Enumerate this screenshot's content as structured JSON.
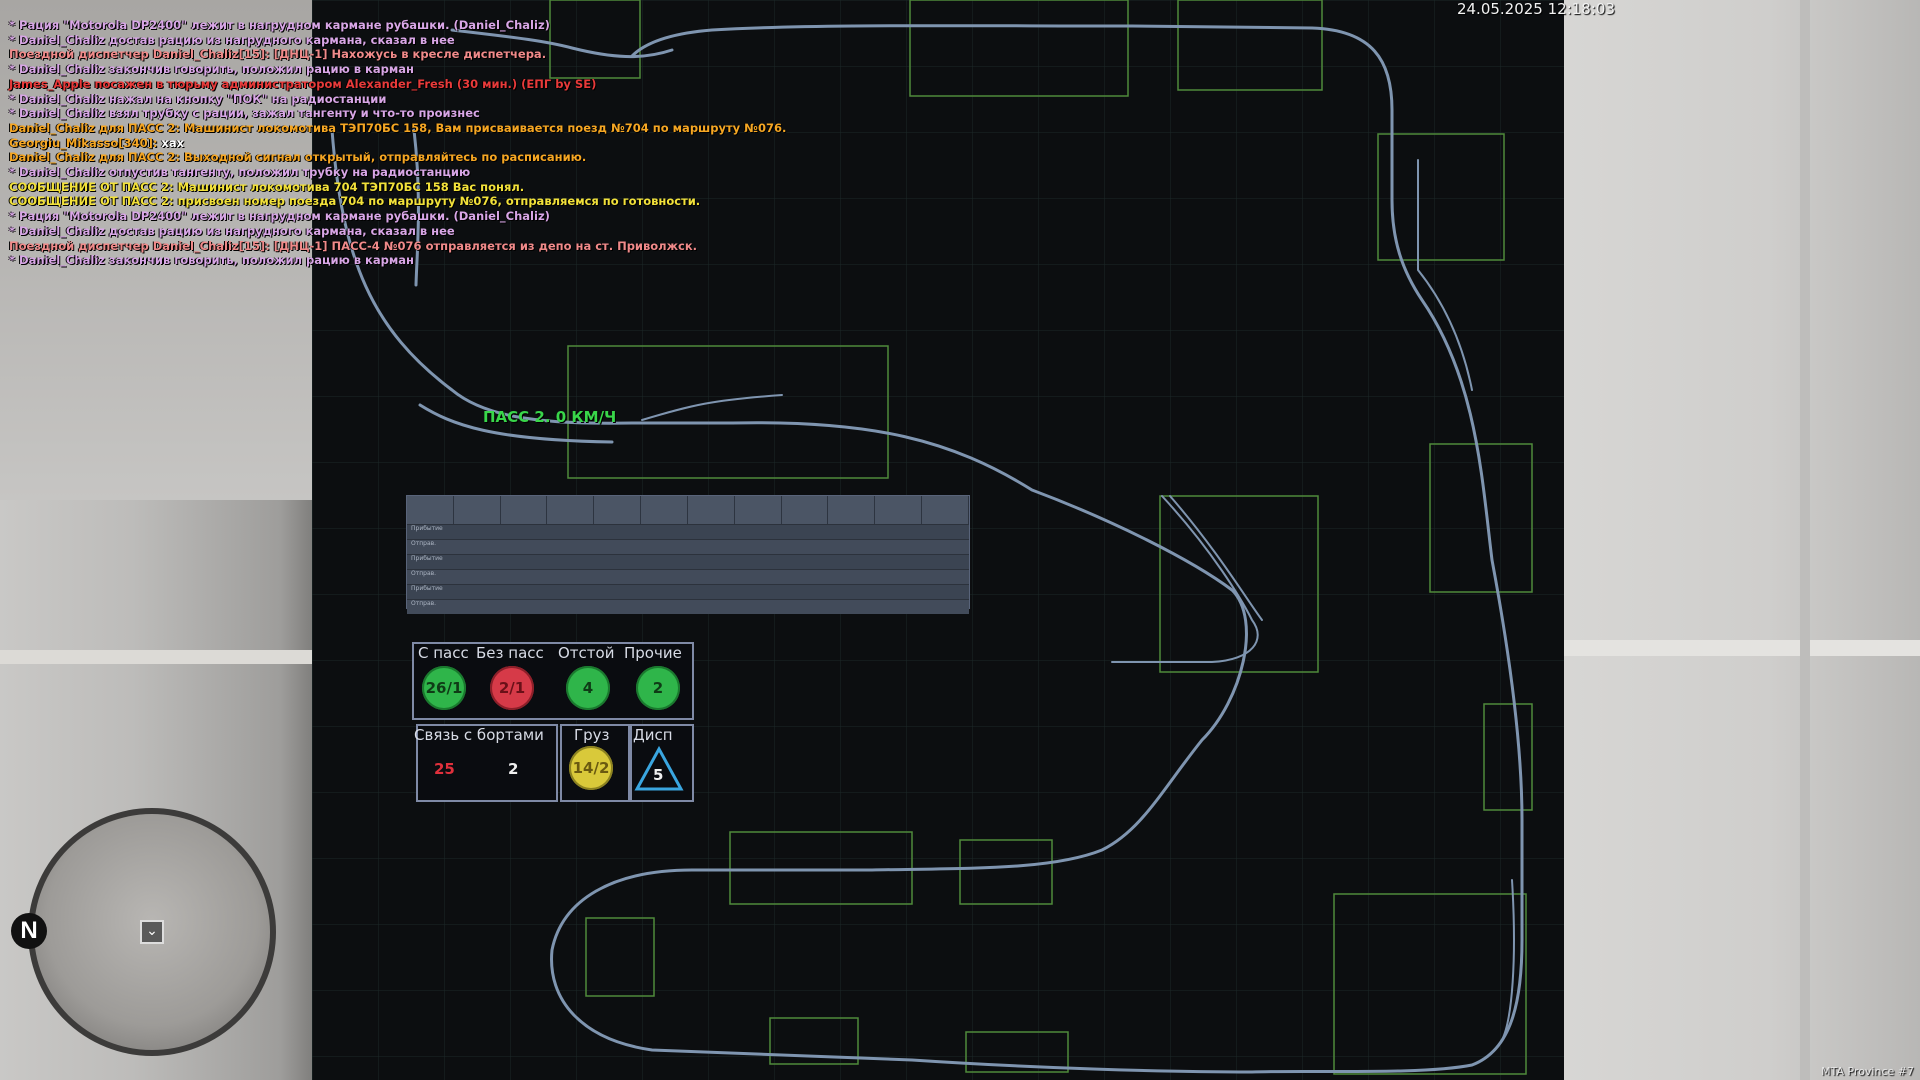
{
  "hud": {
    "datetime": "24.05.2025 12:18:03",
    "server": "MTA Province #7"
  },
  "chat": [
    {
      "text": "* Рация \"Motorola DP2400\" лежит в нагрудном кармане рубашки. (Daniel_Chaliz)",
      "color": "#d8a6e6"
    },
    {
      "text": "* Daniel_Chaliz достав рацию из нагрудного кармана, сказал в нее",
      "color": "#d8a6e6"
    },
    {
      "text": "Поездной диспетчер Daniel_Chaliz[15]: [ДНЦ-1] Нахожусь в кресле диспетчера.",
      "color": "#f08a8a"
    },
    {
      "text": "* Daniel_Chaliz закончив говорить, положил рацию в карман",
      "color": "#d8a6e6"
    },
    {
      "text": "James_Apple посажен в тюрьму администратором Alexander_Fresh (30 мин.) (ЕПГ by SE)",
      "color": "#e83a3a"
    },
    {
      "text": "* Daniel_Chaliz нажал на кнопку \"ПОК\" на радиостанции",
      "color": "#d8a6e6"
    },
    {
      "text": "* Daniel_Chaliz взял трубку с рации, зажал тангенту и что-то произнес",
      "color": "#d8a6e6"
    },
    {
      "text": "Daniel_Chaliz для ПАСС 2: Машинист локомотива ТЭП70БС 158, Вам присваивается поезд №704 по маршруту №076.",
      "color": "#f5a623"
    },
    {
      "text": "Georgiu_Mikasso[340]: хах",
      "color": "#ffffff",
      "name_color": "#f5a623",
      "name": "Georgiu_Mikasso[340]:",
      "msg": " хах"
    },
    {
      "text": "Daniel_Chaliz для ПАСС 2: Выходной сигнал открытый, отправляйтесь по расписанию.",
      "color": "#f5a623"
    },
    {
      "text": "* Daniel_Chaliz отпустив тангенту, положил трубку на радиостанцию",
      "color": "#d8a6e6"
    },
    {
      "text": "СООБЩЕНИЕ ОТ ПАСС 2: Машинист локомотива 704 ТЭП70БС 158 Вас понял.",
      "color": "#f2e13a"
    },
    {
      "text": "СООБЩЕНИЕ ОТ ПАСС 2: присвоен номер поезда 704 по маршруту №076, отправляемся по готовности.",
      "color": "#f2e13a"
    },
    {
      "text": "* Рация \"Motorola DP2400\" лежит в нагрудном кармане рубашки. (Daniel_Chaliz)",
      "color": "#d8a6e6"
    },
    {
      "text": "* Daniel_Chaliz достав рацию из нагрудного кармана, сказал в нее",
      "color": "#d8a6e6"
    },
    {
      "text": "Поездной диспетчер Daniel_Chaliz[15]: [ДНЦ-1] ПАСС-4 №076 отправляется из депо на ст. Приволжск.",
      "color": "#f08a8a"
    },
    {
      "text": "* Daniel_Chaliz закончив говорить, положил рацию в карман",
      "color": "#d8a6e6"
    }
  ],
  "board": {
    "train_label": "ПАСС 2. 0 КМ/Ч",
    "schedule_rows": [
      "Прибытие",
      "Отправ.",
      "Прибытие",
      "Отправ.",
      "Прибытие",
      "Отправ."
    ],
    "stats": {
      "headers": {
        "pass": "С пасс",
        "no_pass": "Без пасс",
        "idle": "Отстой",
        "other": "Прочие",
        "comm": "Связь с бортами",
        "cargo": "Груз",
        "disp": "Дисп"
      },
      "values": {
        "pass": "26/1",
        "no_pass": "2/1",
        "idle": "4",
        "other": "2",
        "comm_red": "25",
        "comm_white": "2",
        "cargo": "14/2",
        "disp": "5"
      }
    }
  },
  "radar": {
    "north": "N"
  },
  "colors": {
    "track": "#7f95b0",
    "zone": "#4f8a3a",
    "grid": "#1e2a2a"
  }
}
